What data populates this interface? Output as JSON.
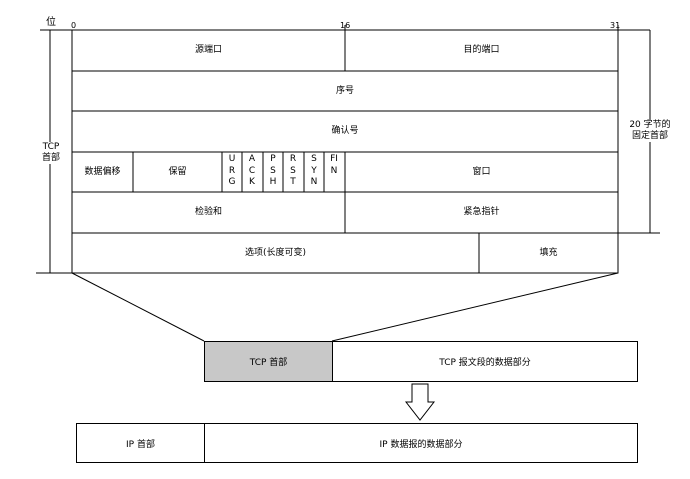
{
  "axis": {
    "unit": "位",
    "tick_0": "0",
    "tick_16": "16",
    "tick_31": "31"
  },
  "side_labels": {
    "tcp_header": "TCP\n首部",
    "fixed_header": "20 字节的\n固定首部"
  },
  "rows": {
    "src_port": "源端口",
    "dst_port": "目的端口",
    "seq": "序号",
    "ack_num": "确认号",
    "data_offset": "数据偏移",
    "reserved": "保留",
    "flags": [
      "URG",
      "ACK",
      "PSH",
      "RST",
      "SYN",
      "FIN"
    ],
    "window": "窗口",
    "checksum": "检验和",
    "urgent_ptr": "紧急指针",
    "options": "选项(长度可变)",
    "padding": "填充"
  },
  "segment": {
    "header": "TCP 首部",
    "data": "TCP 报文段的数据部分",
    "header_fill": "#c8c8c8"
  },
  "ip_packet": {
    "header": "IP 首部",
    "data": "IP 数据报的数据部分"
  }
}
